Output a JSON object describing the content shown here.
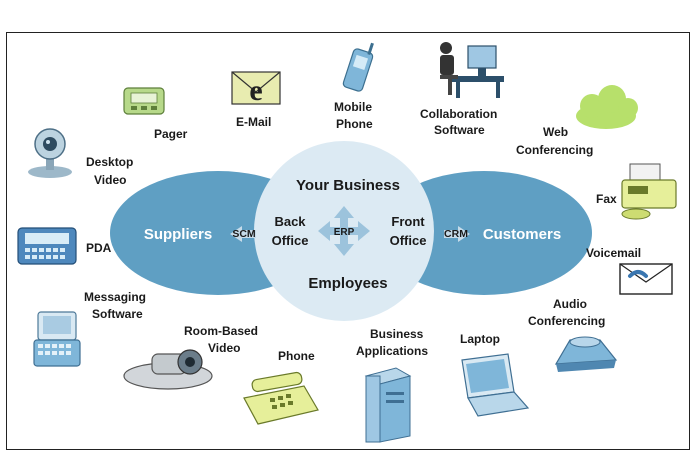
{
  "center": {
    "top": "Your Business",
    "bottom": "Employees",
    "left_line1": "Back",
    "left_line2": "Office",
    "right_line1": "Front",
    "right_line2": "Office",
    "hub": "ERP"
  },
  "left_lobe": {
    "label": "Suppliers",
    "link": "SCM"
  },
  "right_lobe": {
    "label": "Customers",
    "link": "CRM"
  },
  "devices": {
    "pager": "Pager",
    "email": "E-Mail",
    "mobile_1": "Mobile",
    "mobile_2": "Phone",
    "collab_1": "Collaboration",
    "collab_2": "Software",
    "webconf_1": "Web",
    "webconf_2": "Conferencing",
    "desktop_1": "Desktop",
    "desktop_2": "Video",
    "fax": "Fax",
    "pda": "PDA",
    "voicemail": "Voicemail",
    "messaging_1": "Messaging",
    "messaging_2": "Software",
    "audio_1": "Audio",
    "audio_2": "Conferencing",
    "room_1": "Room-Based",
    "room_2": "Video",
    "phone": "Phone",
    "bizapps_1": "Business",
    "bizapps_2": "Applications",
    "laptop": "Laptop"
  },
  "colors": {
    "lobe": "#5f9fc3",
    "center": "#dceaf3",
    "arrow": "#9cc3dc",
    "icon_blue": "#7fb6d9",
    "icon_green": "#b7d98a"
  }
}
